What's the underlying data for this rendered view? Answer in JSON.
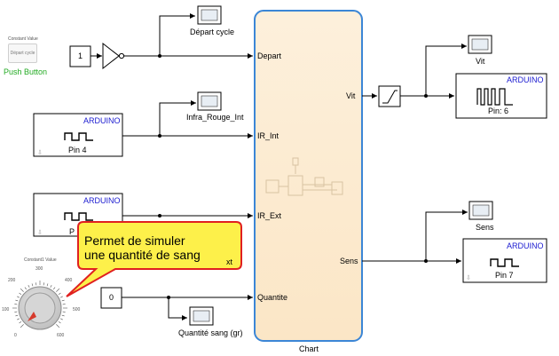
{
  "push_button": {
    "caption": "Constant Value",
    "button_label": "Départ cycle",
    "name": "Push Button"
  },
  "constant1": {
    "value": "1"
  },
  "constant0": {
    "value": "0"
  },
  "scopes": {
    "depart_cycle": "Départ cycle",
    "infra_rouge_int": "Infra_Rouge_Int",
    "vit": "Vit",
    "sens": "Sens",
    "quantite_sang": "Quantité sang (gr)"
  },
  "arduino_blocks": {
    "pin4": {
      "title": "ARDUINO",
      "pin": "Pin 4"
    },
    "pin_ext": {
      "title": "ARDUINO",
      "pin": "P",
      "pin_tail": "xt"
    },
    "pin6": {
      "title": "ARDUINO",
      "pin": "Pin: 6"
    },
    "pin7": {
      "title": "ARDUINO",
      "pin": "Pin 7"
    }
  },
  "chart": {
    "name": "Chart",
    "inputs": [
      "Depart",
      "IR_Int",
      "IR_Ext",
      "Quantite"
    ],
    "outputs": [
      "Vit",
      "Sens"
    ]
  },
  "knob": {
    "caption": "Constant1 Value",
    "ticks": [
      "0",
      "100",
      "200",
      "300",
      "400",
      "500",
      "600"
    ]
  },
  "callout": {
    "line1": "Permet de simuler",
    "line2": "une quantité de sang"
  }
}
